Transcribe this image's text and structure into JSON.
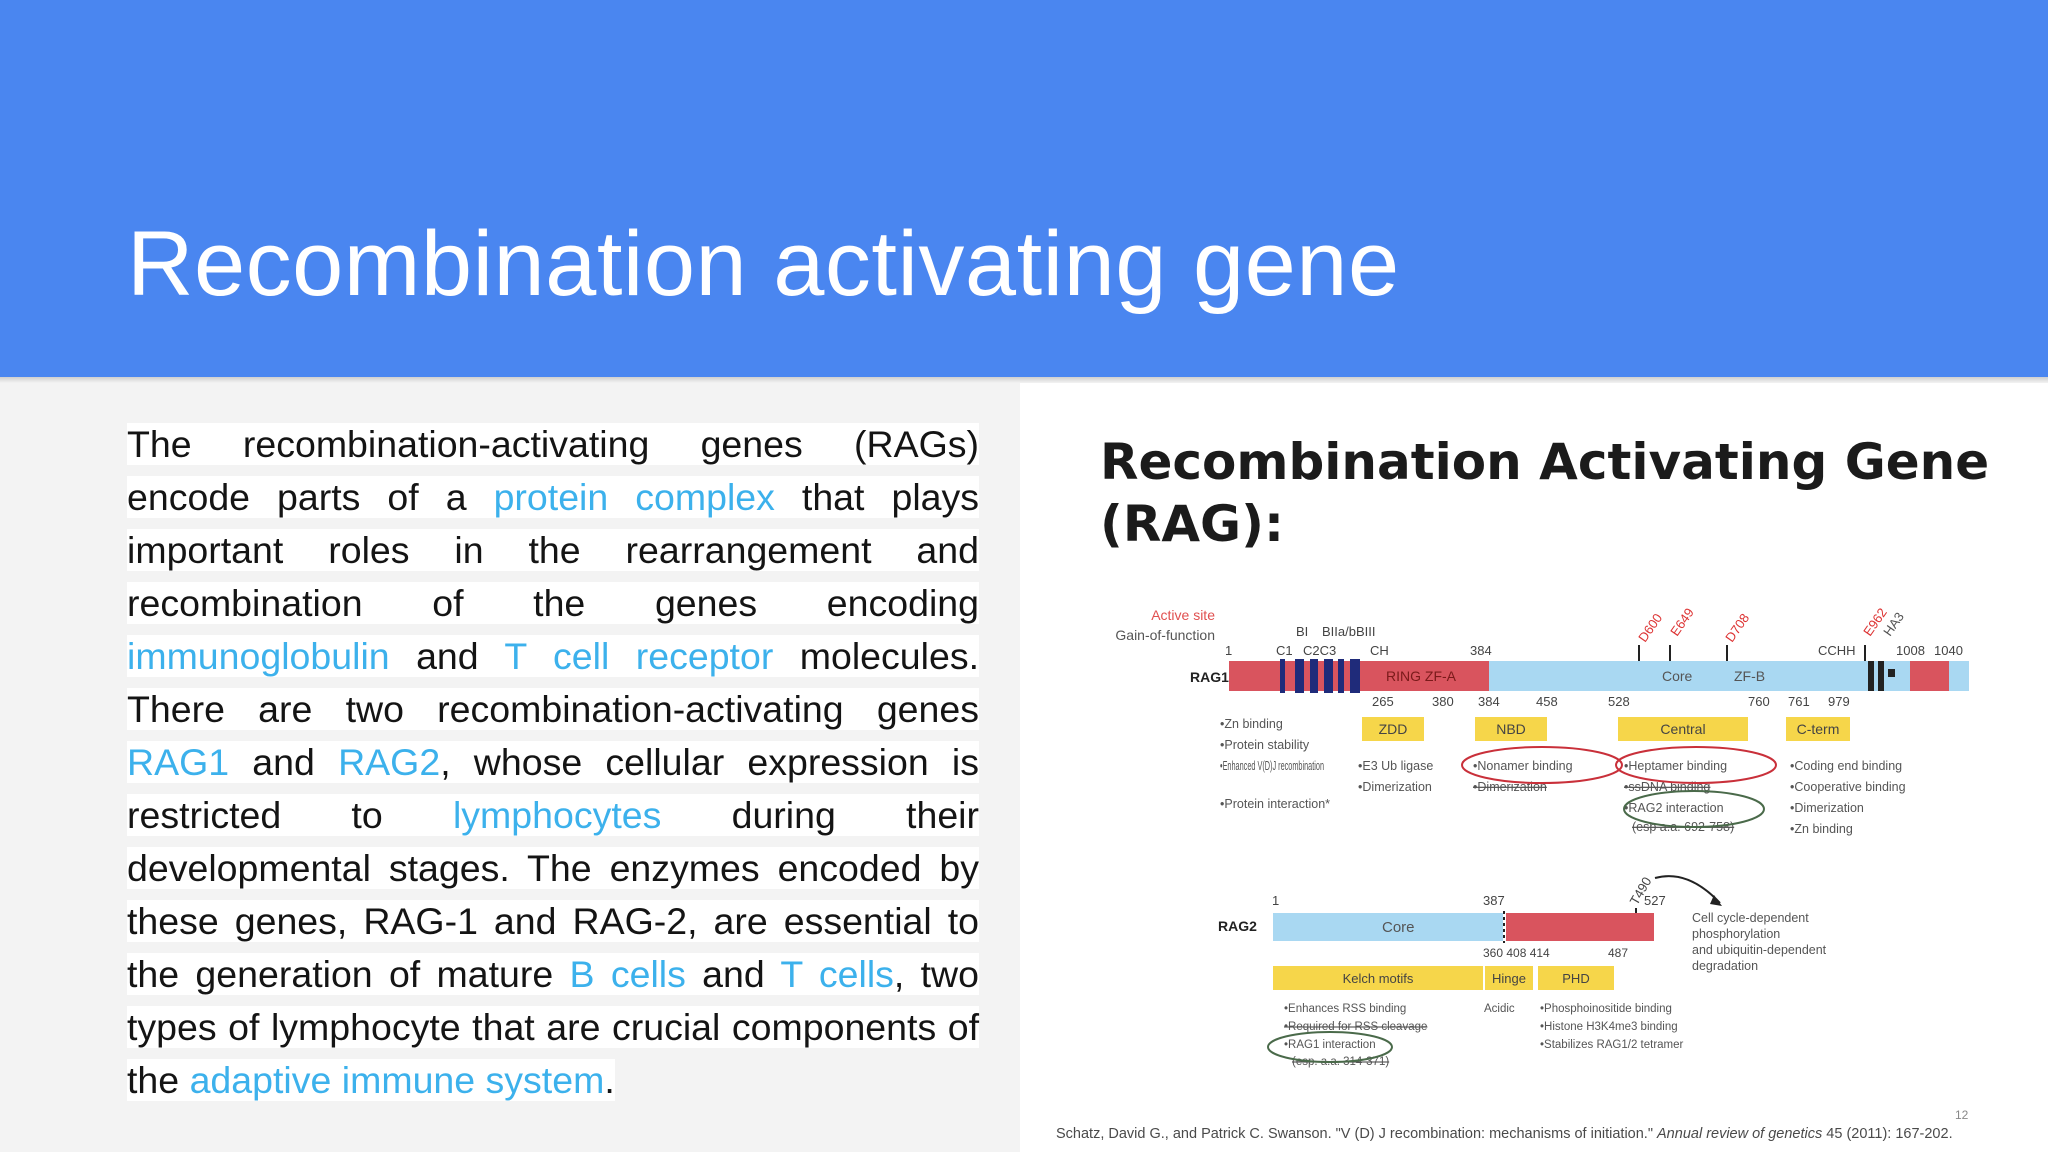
{
  "slide": {
    "title": "Recombination activating gene",
    "body": [
      {
        "t": "The recombination-activating genes (RAGs) encode parts of a ",
        "link": false
      },
      {
        "t": "protein complex",
        "link": true
      },
      {
        "t": " that plays important roles in the rearrangement and recombination of the genes encoding ",
        "link": false
      },
      {
        "t": "immunoglobulin",
        "link": true
      },
      {
        "t": " and ",
        "link": false
      },
      {
        "t": "T cell receptor",
        "link": true
      },
      {
        "t": " molecules. There are two recombination-activating genes ",
        "link": false
      },
      {
        "t": "RAG1",
        "link": true
      },
      {
        "t": " and ",
        "link": false
      },
      {
        "t": "RAG2",
        "link": true
      },
      {
        "t": ", whose cellular expression is restricted to ",
        "link": false
      },
      {
        "t": "lymphocytes",
        "link": true
      },
      {
        "t": " during their developmental stages. The enzymes encoded by these genes, RAG-1 and RAG-2, are essential to the generation of mature ",
        "link": false
      },
      {
        "t": "B cells",
        "link": true
      },
      {
        "t": " and ",
        "link": false
      },
      {
        "t": "T cells",
        "link": true
      },
      {
        "t": ", two types of lymphocyte that are crucial components of the ",
        "link": false
      },
      {
        "t": "adaptive immune system",
        "link": true
      },
      {
        "t": ".",
        "link": false
      }
    ]
  },
  "figure": {
    "heading": "Recombination Activating Gene (RAG):",
    "rag1": {
      "label": "RAG1",
      "legend_active": "Active site",
      "legend_gof": "Gain-of-function",
      "top_numbers": [
        "1",
        "384",
        "1008",
        "1040"
      ],
      "top_labels": [
        "BI",
        "BIIa/bBIII",
        "C1",
        "C2C3",
        "CH",
        "CCHH",
        "Core",
        "ZF-B",
        "RING ZF-A"
      ],
      "active_sites": [
        "D600",
        "E649",
        "D708",
        "E962",
        "HA3"
      ],
      "bottom_numbers": [
        "265",
        "380",
        "384",
        "458",
        "528",
        "760",
        "761",
        "979"
      ],
      "domains": [
        "ZDD",
        "NBD",
        "Central",
        "C-term"
      ],
      "notes": {
        "left": [
          "Zn binding",
          "Protein stability",
          "Enhanced V(D)J recombination",
          "Protein interaction*"
        ],
        "zdd": [
          "E3 Ub ligase",
          "Dimerization"
        ],
        "nbd": [
          "Nonamer binding",
          "Dimerization"
        ],
        "central": [
          "Heptamer binding",
          "ssDNA binding",
          "RAG2 interaction",
          "(esp a.a. 692-758)"
        ],
        "cterm": [
          "Coding end binding",
          "Cooperative binding",
          "Dimerization",
          "Zn binding"
        ]
      }
    },
    "rag2": {
      "label": "RAG2",
      "core_label": "Core",
      "top_numbers": [
        "1",
        "387",
        "527"
      ],
      "site": "T490",
      "mid_numbers": [
        "360 408 414",
        "487"
      ],
      "domains": [
        "Kelch motifs",
        "Hinge",
        "PHD"
      ],
      "note_right": [
        "Cell cycle-dependent",
        "phosphorylation",
        "and ubiquitin-dependent",
        "degradation"
      ],
      "notes": {
        "kelch": [
          "Enhances RSS binding",
          "Required for RSS cleavage",
          "RAG1 interaction",
          "(esp. a.a. 314-371)"
        ],
        "hinge": [
          "Acidic"
        ],
        "phd": [
          "Phosphoinositide binding",
          "Histone H3K4me3 binding",
          "Stabilizes RAG1/2 tetramer"
        ]
      }
    },
    "page_number": "12",
    "citation_text": "Schatz, David G., and Patrick C. Swanson. \"V (D) J recombination: mechanisms of initiation.\"",
    "citation_journal": "Annual review of genetics",
    "citation_tail": "45 (2011): 167-202.",
    "colors": {
      "blue": "#a9d8f2",
      "red": "#d9545e",
      "yellow": "#f6d64a",
      "navy": "#1f2b7a"
    }
  }
}
